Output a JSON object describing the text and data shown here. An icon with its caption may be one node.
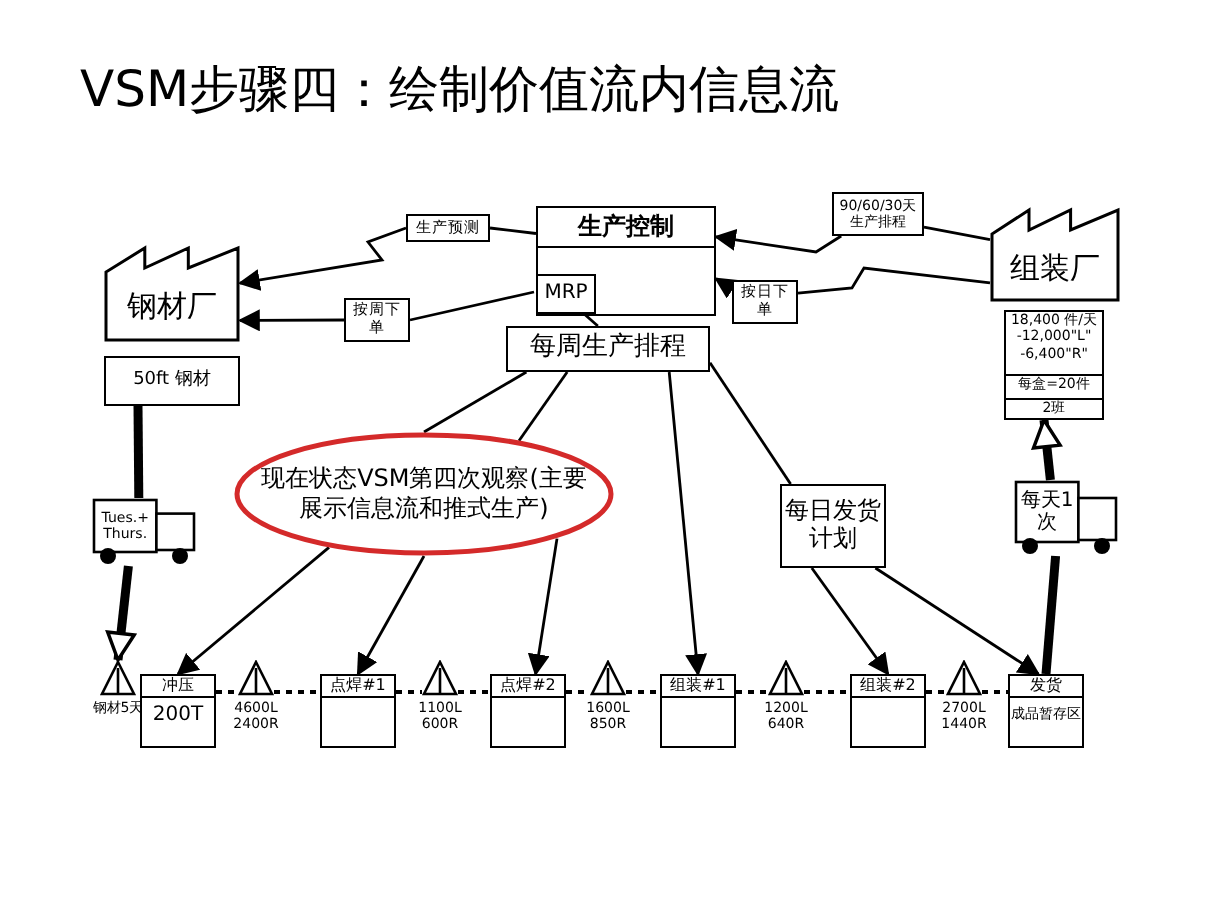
{
  "diagram": {
    "title": "VSM步骤四：绘制价值流内信息流",
    "nodes": [
      {
        "text": [
          "生产控制"
        ]
      },
      {
        "text": [
          "MRP"
        ],
        "in": 0
      },
      {
        "text": [
          "钢材厂"
        ]
      },
      {
        "text": [
          "50ft 钢材"
        ]
      },
      {
        "text": [
          "组装厂"
        ]
      },
      {
        "text": [
          "18,400 件/天 -12,000\"L\" -6,400\"R\"",
          "每盒=20件",
          "2班"
        ]
      },
      {
        "text": [
          "生产预测"
        ]
      },
      {
        "text": [
          "按周下单"
        ]
      },
      {
        "text": [
          "90/60/30天生产排程"
        ]
      },
      {
        "text": [
          "按日下单"
        ]
      },
      {
        "text": [
          "每周生产排程"
        ]
      },
      {
        "text": [
          "现在状态VSM第四次观察(主要展示信息流和推式生产)"
        ]
      },
      {
        "text": [
          "每日发货计划"
        ]
      },
      {
        "text": [
          "Tues.+ Thurs."
        ]
      },
      {
        "text": [
          "每天1次"
        ]
      },
      {
        "text": [],
        "shape": "triangle",
        "beside": [
          "钢材5天"
        ]
      },
      {
        "text": [
          "冲压",
          "200T"
        ]
      },
      {
        "text": [],
        "shape": "triangle",
        "beside": [
          "4600L 2400R"
        ]
      },
      {
        "text": [
          "点焊#1"
        ]
      },
      {
        "text": [],
        "shape": "triangle",
        "beside": [
          "1100L 600R"
        ]
      },
      {
        "text": [
          "点焊#2"
        ]
      },
      {
        "text": [],
        "shape": "triangle",
        "beside": [
          "1600L 850R"
        ]
      },
      {
        "text": [
          "组装#1"
        ]
      },
      {
        "text": [],
        "shape": "triangle",
        "beside": [
          "1200L 640R"
        ]
      },
      {
        "text": [
          "组装#2"
        ]
      },
      {
        "text": [],
        "shape": "triangle",
        "beside": [
          "2700L 1440R"
        ]
      },
      {
        "text": [
          "发货",
          "成品暂存区"
        ]
      }
    ],
    "edges": [
      {
        "from": 0,
        "to": 6,
        "arrow": "none"
      },
      {
        "from": 6,
        "to": 2,
        "arrow": "to"
      },
      {
        "from": 1,
        "to": 7,
        "arrow": "none"
      },
      {
        "from": 7,
        "to": 2,
        "arrow": "to"
      },
      {
        "from": 4,
        "to": 8,
        "arrow": "none"
      },
      {
        "from": 8,
        "to": 0,
        "arrow": "to"
      },
      {
        "from": 4,
        "to": 9,
        "arrow": "none"
      },
      {
        "from": 9,
        "to": 0,
        "arrow": "to"
      },
      {
        "from": 1,
        "to": 10,
        "arrow": "none"
      },
      {
        "from": 10,
        "to": 11,
        "arrow": "none"
      },
      {
        "from": 10,
        "to": 11,
        "arrow": "none"
      },
      {
        "from": 11,
        "to": 16,
        "arrow": "to"
      },
      {
        "from": 11,
        "to": 18,
        "arrow": "to"
      },
      {
        "from": 11,
        "to": 20,
        "arrow": "to"
      },
      {
        "from": 10,
        "to": 22,
        "arrow": "to"
      },
      {
        "from": 10,
        "to": 12,
        "arrow": "none"
      },
      {
        "from": 12,
        "to": 24,
        "arrow": "to"
      },
      {
        "from": 12,
        "to": 26,
        "arrow": "to"
      },
      {
        "from": 3,
        "to": 13,
        "arrow": "none",
        "style": "thick"
      },
      {
        "from": 13,
        "to": 15,
        "arrow": "to",
        "style": "thick"
      },
      {
        "from": 26,
        "to": 14,
        "arrow": "none",
        "style": "thick"
      },
      {
        "from": 14,
        "to": 5,
        "arrow": "to",
        "style": "thick"
      },
      {
        "from": 16,
        "to": 17,
        "arrow": "none",
        "style": "dashed"
      },
      {
        "from": 17,
        "to": 18,
        "arrow": "none",
        "style": "dashed"
      },
      {
        "from": 18,
        "to": 19,
        "arrow": "none",
        "style": "dashed"
      },
      {
        "from": 19,
        "to": 20,
        "arrow": "none",
        "style": "dashed"
      },
      {
        "from": 20,
        "to": 21,
        "arrow": "none",
        "style": "dashed"
      },
      {
        "from": 21,
        "to": 22,
        "arrow": "none",
        "style": "dashed"
      },
      {
        "from": 22,
        "to": 23,
        "arrow": "none",
        "style": "dashed"
      },
      {
        "from": 23,
        "to": 24,
        "arrow": "none",
        "style": "dashed"
      },
      {
        "from": 24,
        "to": 25,
        "arrow": "none",
        "style": "dashed"
      },
      {
        "from": 25,
        "to": 26,
        "arrow": "none",
        "style": "dashed"
      }
    ]
  }
}
